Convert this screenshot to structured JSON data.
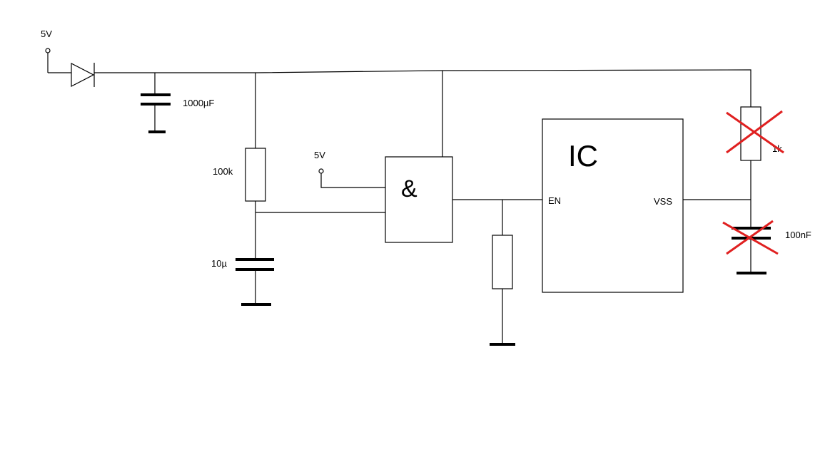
{
  "labels": {
    "supply_top": "5V",
    "supply_gate": "5V",
    "cap_1000": "1000µF",
    "res_100k": "100k",
    "cap_10u": "10µ",
    "gate_symbol": "&",
    "ic_title": "IC",
    "pin_en": "EN",
    "pin_vss": "VSS",
    "res_1k": "1k",
    "cap_100n": "100nF"
  },
  "colors": {
    "wire": "#000000",
    "strike": "#e02020"
  }
}
